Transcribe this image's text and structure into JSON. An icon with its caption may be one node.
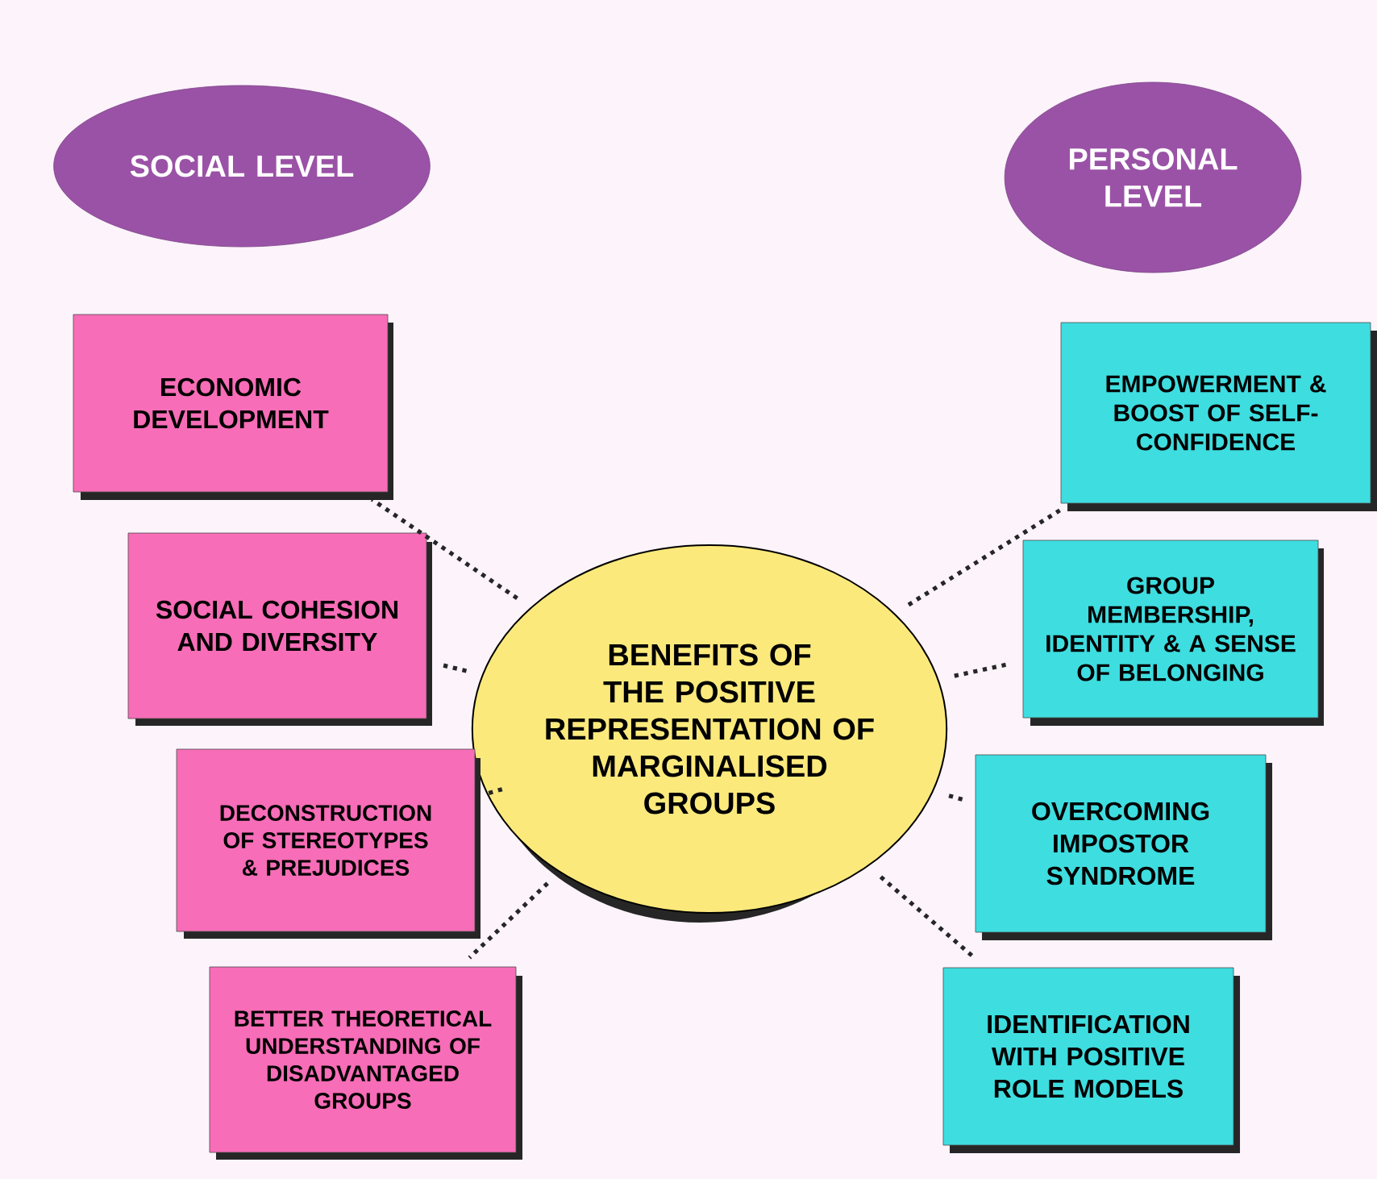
{
  "diagram": {
    "nodes": [
      {
        "text": [
          "SOCIAL LEVEL"
        ]
      },
      {
        "text": [
          "PERSONAL LEVEL"
        ]
      },
      {
        "text": [
          "BENEFITS OF THE POSITIVE REPRESENTATION OF MARGINALISED GROUPS"
        ]
      },
      {
        "text": [
          "ECONOMIC DEVELOPMENT"
        ]
      },
      {
        "text": [
          "SOCIAL COHESION AND DIVERSITY"
        ]
      },
      {
        "text": [
          "DECONSTRUCTION OF STEREOTYPES & PREJUDICES"
        ]
      },
      {
        "text": [
          "BETTER THEORETICAL UNDERSTANDING OF DISADVANTAGED GROUPS"
        ]
      },
      {
        "text": [
          "EMPOWERMENT & BOOST OF SELF-CONFIDENCE"
        ]
      },
      {
        "text": [
          "GROUP MEMBERSHIP, IDENTITY & A SENSE OF BELONGING"
        ]
      },
      {
        "text": [
          "OVERCOMING IMPOSTOR SYNDROME"
        ]
      },
      {
        "text": [
          "IDENTIFICATION WITH POSITIVE ROLE MODELS"
        ]
      }
    ],
    "edges": [
      {
        "from": 2,
        "to": 3,
        "arrow": "none"
      },
      {
        "from": 2,
        "to": 4,
        "arrow": "none"
      },
      {
        "from": 2,
        "to": 5,
        "arrow": "none"
      },
      {
        "from": 2,
        "to": 6,
        "arrow": "none"
      },
      {
        "from": 2,
        "to": 7,
        "arrow": "none"
      },
      {
        "from": 2,
        "to": 8,
        "arrow": "none"
      },
      {
        "from": 2,
        "to": 9,
        "arrow": "none"
      },
      {
        "from": 2,
        "to": 10,
        "arrow": "none"
      }
    ]
  }
}
